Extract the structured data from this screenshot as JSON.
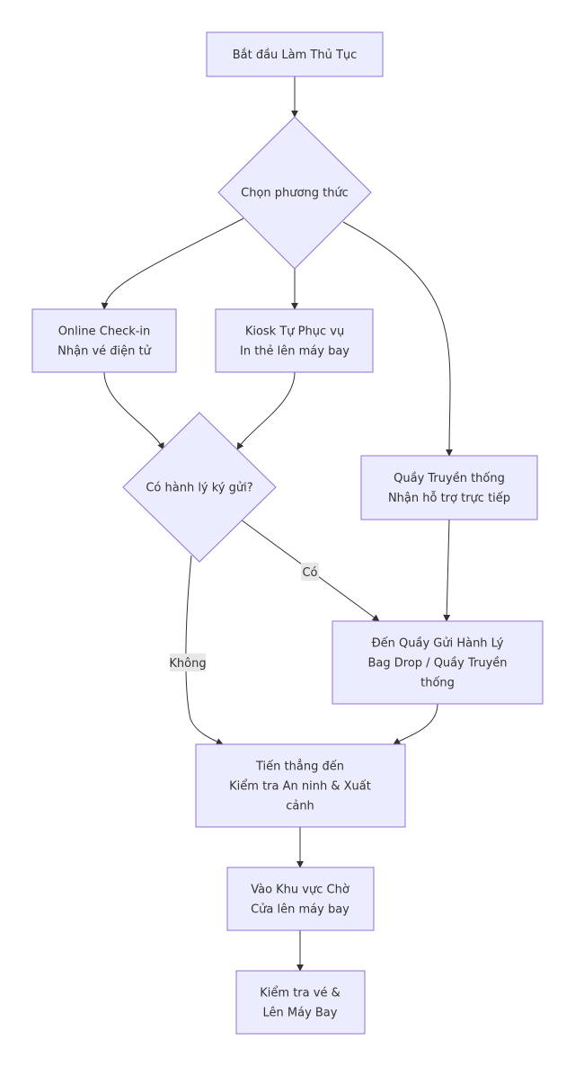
{
  "diagram": {
    "nodes": {
      "start": {
        "lines": [
          "Bắt đầu Làm Thủ Tục"
        ]
      },
      "choose": {
        "lines": [
          "Chọn phương thức"
        ]
      },
      "online": {
        "lines": [
          "Online Check-in",
          "Nhận vé điện tử"
        ]
      },
      "kiosk": {
        "lines": [
          "Kiosk Tự Phục vụ",
          "In thẻ lên máy bay"
        ]
      },
      "counter": {
        "lines": [
          "Quầy Truyền thống",
          "Nhận hỗ trợ trực tiếp"
        ]
      },
      "baggage": {
        "lines": [
          "Có hành lý ký gửi?"
        ]
      },
      "bagdrop": {
        "lines": [
          "Đến Quầy Gửi Hành Lý",
          "Bag Drop / Quầy Truyền",
          "thống"
        ]
      },
      "security": {
        "lines": [
          "Tiến thẳng đến",
          "Kiểm tra An ninh & Xuất",
          "cảnh"
        ]
      },
      "waiting": {
        "lines": [
          "Vào Khu vực Chờ",
          "Cửa lên máy bay"
        ]
      },
      "boarding": {
        "lines": [
          "Kiểm tra vé &",
          "Lên Máy Bay"
        ]
      }
    },
    "edge_labels": {
      "yes": "Có",
      "no": "Không"
    },
    "colors": {
      "node_fill": "#ECECFF",
      "node_stroke": "#9370DB",
      "edge": "#333333",
      "text": "#333333",
      "label_bg": "#e8e8e8"
    }
  }
}
